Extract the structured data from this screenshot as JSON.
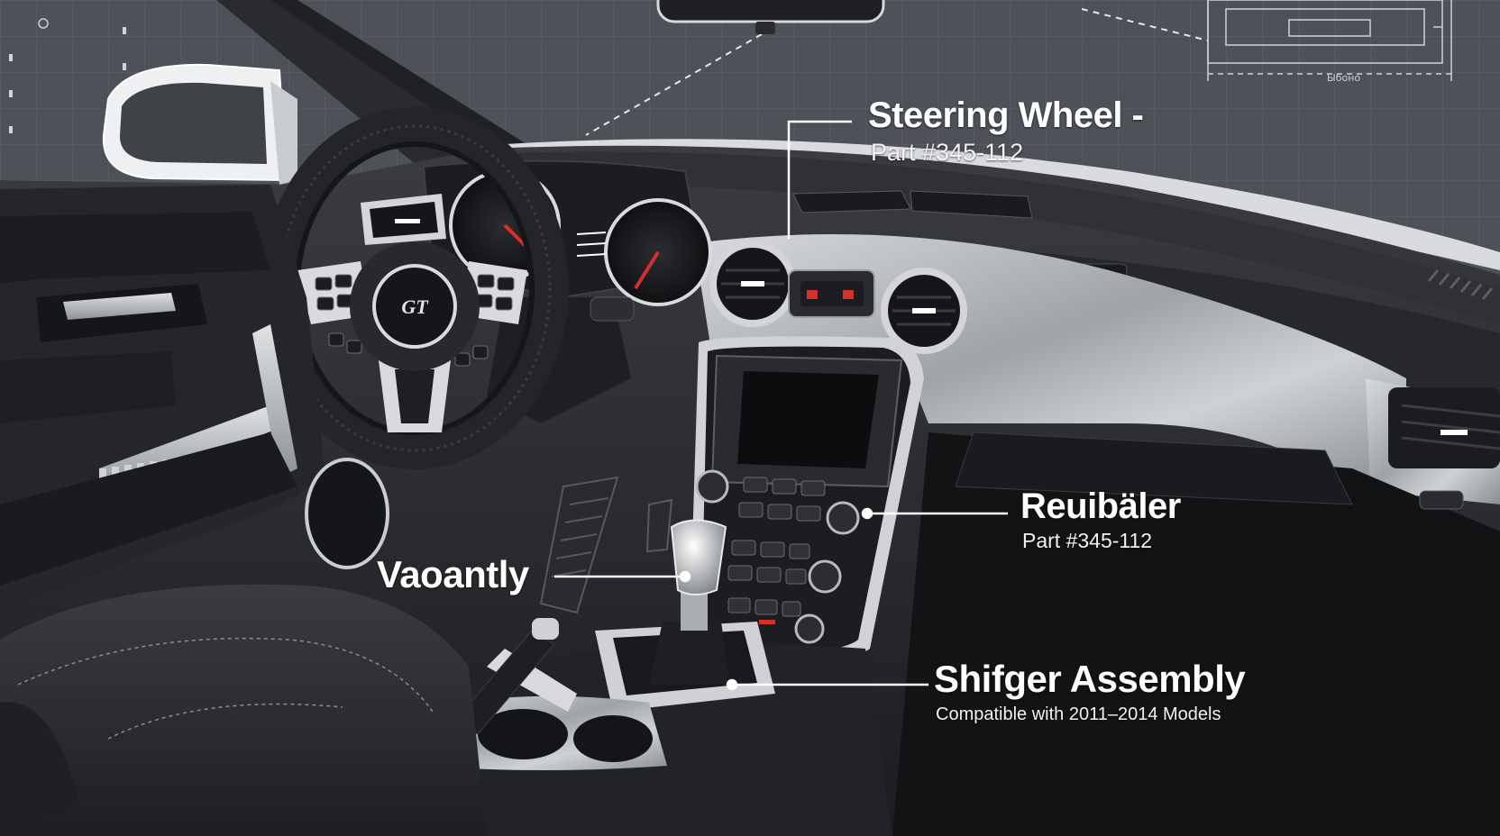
{
  "callouts": {
    "steering_wheel": {
      "title": "Steering Wheel -",
      "part": "Part #345-112"
    },
    "center_panel": {
      "title": "Reuibäler",
      "part": "Part #345-112"
    },
    "shifter_knob": {
      "title": "Vaoantly"
    },
    "shifter_assembly": {
      "title": "Shifger Assembly",
      "compat": "Compatible with 2011–2014 Models"
    }
  },
  "blueprint": {
    "corner_label": "Ыбоно"
  },
  "badges": {
    "wheel_emblem": "GT"
  },
  "colors": {
    "blueprint_bg": "#4d5158",
    "grid_line": "#646a73",
    "dash_dark": "#1c1d20",
    "brushed_aluminum": "#b9bcc1",
    "leather": "#2a2b2e",
    "callout_text": "#ffffff",
    "gauge_needle": "#d6302b"
  }
}
